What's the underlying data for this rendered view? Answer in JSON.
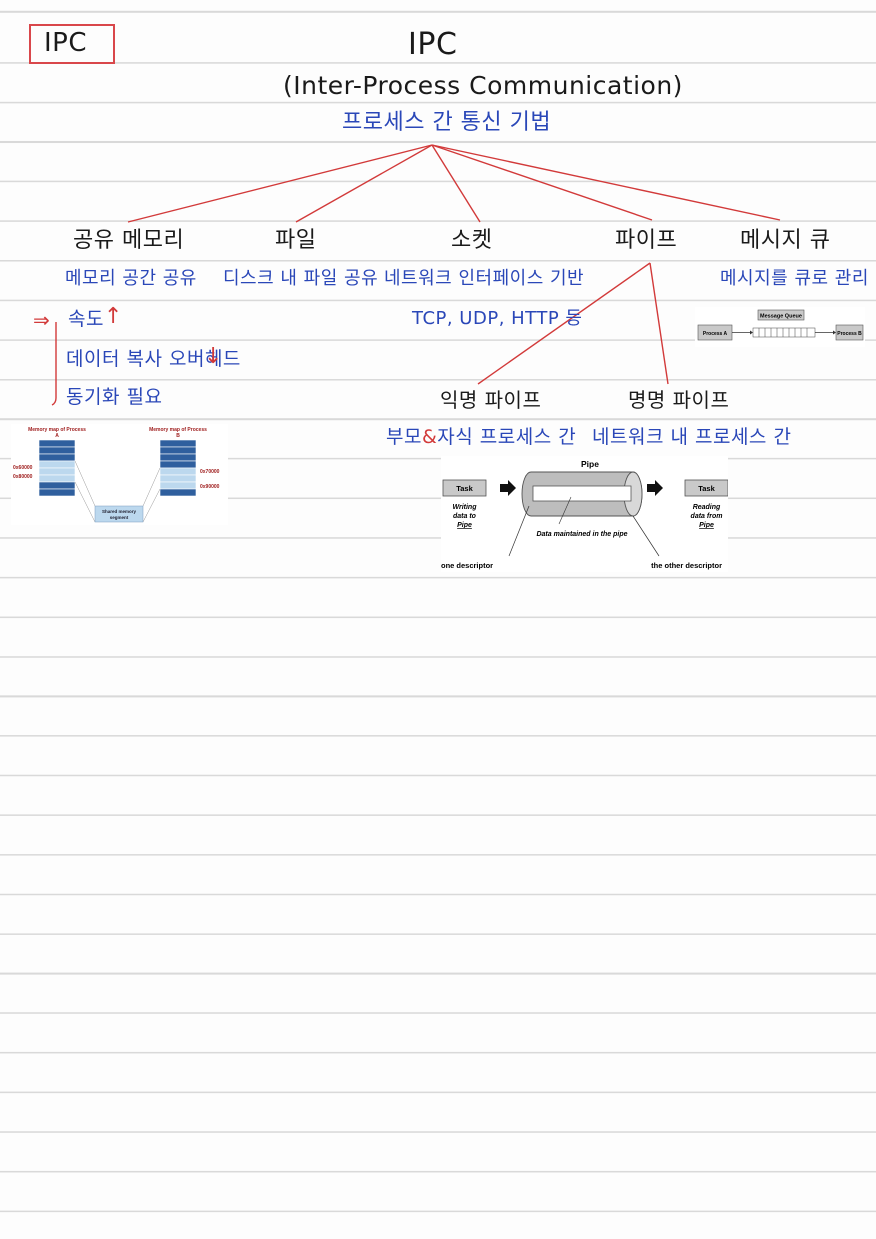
{
  "note": {
    "tag": "IPC",
    "title": "IPC",
    "subtitle": "(Inter-Process Communication)",
    "definition": "프로세스 간 통신 기법"
  },
  "methods": [
    {
      "name": "공유 메모리",
      "desc": "메모리 공간 공유"
    },
    {
      "name": "파일",
      "desc": "디스크 내 파일 공유"
    },
    {
      "name": "소켓",
      "desc": "네트워크 인터페이스 기반",
      "extra": "TCP, UDP, HTTP 등"
    },
    {
      "name": "파이프",
      "desc": ""
    },
    {
      "name": "메시지 큐",
      "desc": "메시지를 큐로 관리"
    }
  ],
  "shared_memory_notes": {
    "arrow": "⇒",
    "speed": "속도",
    "overhead": "데이터 복사 오버헤드",
    "sync": "동기화 필요",
    "up_arrow": "↑",
    "down_arrow": "↓"
  },
  "pipes": [
    {
      "name": "익명 파이프",
      "desc_part1": "부모",
      "desc_amp": "&",
      "desc_part2": "자식 프로세스 간"
    },
    {
      "name": "명명 파이프",
      "desc": "네트워크 내 프로세스 간"
    }
  ],
  "shm_figure": {
    "title_a": "Memory map of Process",
    "label_a": "A",
    "title_b": "Memory map of Process",
    "label_b": "B",
    "addr_a1": "0x60000",
    "addr_a2": "0x80000",
    "addr_b1": "0x70000",
    "addr_b2": "0x90000",
    "segment_line1": "Shared memory",
    "segment_line2": "segment"
  },
  "mq_figure": {
    "queue_label": "Message Queue",
    "proc_a": "Process A",
    "proc_b": "Process B"
  },
  "pipe_figure": {
    "pipe_label": "Pipe",
    "task_left": "Task",
    "task_right": "Task",
    "writing_1": "Writing",
    "writing_2": "data to",
    "writing_3": "Pipe",
    "reading_1": "Reading",
    "reading_2": "data from",
    "reading_3": "Pipe",
    "maintained": "Data maintained in the pipe",
    "one_desc": "one descriptor",
    "other_desc": "the other descriptor"
  },
  "colors": {
    "ink_black": "#1a1a1a",
    "ink_blue": "#2a47b8",
    "ink_red": "#d23a3a"
  }
}
